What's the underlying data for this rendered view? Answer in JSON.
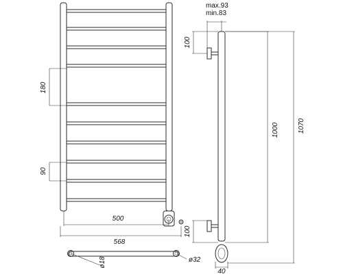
{
  "dimensions": {
    "width_500": "500",
    "width_568": "568",
    "height_180": "180",
    "height_90": "90",
    "height_100_top": "100",
    "height_100_bottom": "100",
    "height_1000": "1000",
    "height_1070": "1070",
    "depth_40": "40",
    "max_label": "max.93",
    "min_label": "min.83",
    "tube_dia": "ø18",
    "post_dia": "ø32"
  }
}
